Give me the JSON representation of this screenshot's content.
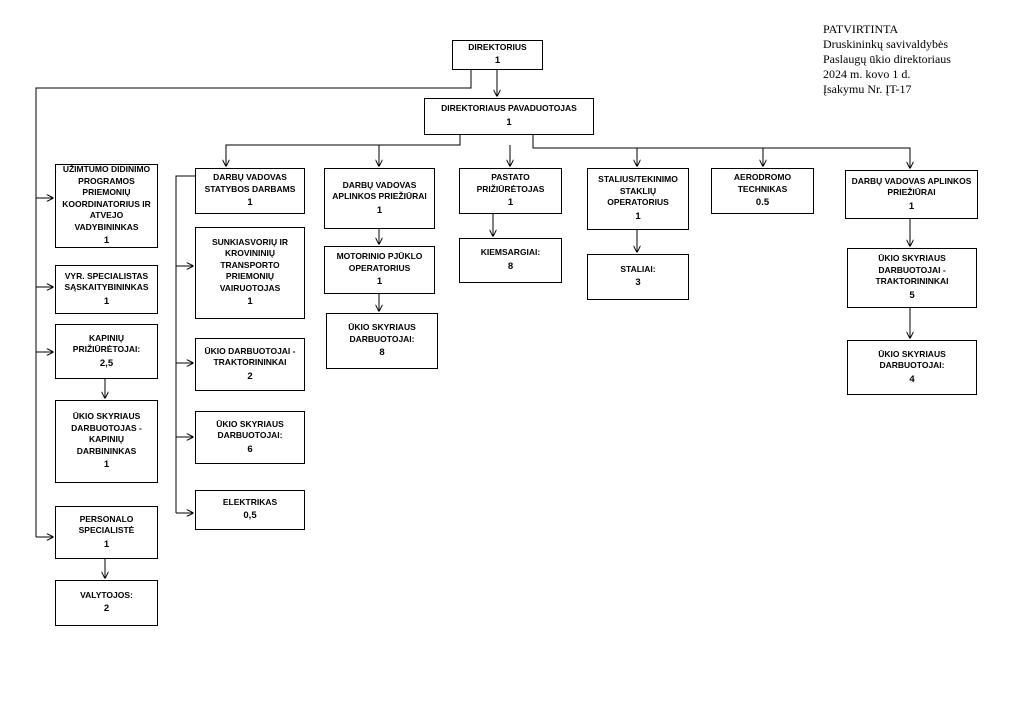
{
  "approval": {
    "title": "PATVIRTINTA",
    "line1": "Druskininkų savivaldybės",
    "line2": "Paslaugų ūkio direktoriaus",
    "line3": "2024 m. kovo 1 d.",
    "line4": "Įsakymu Nr. ĮT-17"
  },
  "units": {
    "director": {
      "name": "DIREKTORIUS",
      "count": "1"
    },
    "deputy": {
      "name": "DIREKTORIAUS PAVADUOTOJAS",
      "count": "1"
    },
    "employment_coordinator": {
      "name": "UŽIMTUMO DIDINIMO PROGRAMOS PRIEMONIŲ KOORDINATORIUS IR ATVEJO VADYBININKAS",
      "count": "1"
    },
    "senior_accountant": {
      "name": "VYR. SPECIALISTAS SĄSKAITYBININKAS",
      "count": "1"
    },
    "cemetery_caretakers": {
      "name": "KAPINIŲ PRIŽIŪRĖTOJAI:",
      "count": "2,5"
    },
    "cemetery_workers": {
      "name": "ŪKIO SKYRIAUS DARBUOTOJAS - KAPINIŲ DARBININKAS",
      "count": "1"
    },
    "hr_specialist": {
      "name": "PERSONALO SPECIALISTĖ",
      "count": "1"
    },
    "cleaners": {
      "name": "VALYTOJOS:",
      "count": "2"
    },
    "construction_head": {
      "name": "DARBŲ VADOVAS STATYBOS DARBAMS",
      "count": "1"
    },
    "heavy_drivers": {
      "name": "SUNKIASVORIŲ IR KROVININIŲ TRANSPORTO PRIEMONIŲ VAIRUOTOJAS",
      "count": "1"
    },
    "tractor_workers_a": {
      "name": "ŪKIO DARBUOTOJAI - TRAKTORININKAI",
      "count": "2"
    },
    "dept_workers_a": {
      "name": "ŪKIO SKYRIAUS DARBUOTOJAI:",
      "count": "6"
    },
    "electrician": {
      "name": "ELEKTRIKAS",
      "count": "0,5"
    },
    "env_head_a": {
      "name": "DARBŲ VADOVAS APLINKOS PRIEŽIŪRAI",
      "count": "1"
    },
    "saw_operators": {
      "name": "MOTORINIO PJŪKLO OPERATORIUS",
      "count": "1"
    },
    "dept_workers_b": {
      "name": "ŪKIO SKYRIAUS DARBUOTOJAI:",
      "count": "8"
    },
    "building_caretaker": {
      "name": "PASTATO PRIŽIŪRĖTOJAS",
      "count": "1"
    },
    "yard_keepers": {
      "name": "KIEMSARGIAI:",
      "count": "8"
    },
    "machine_operator": {
      "name": "STALIUS/TEKINIMO STAKLIŲ OPERATORIUS",
      "count": "1"
    },
    "carpenters": {
      "name": "STALIAI:",
      "count": "3"
    },
    "aerodrome_tech": {
      "name": "AERODROMO TECHNIKAS",
      "count": "0.5"
    },
    "env_head_b": {
      "name": "DARBŲ VADOVAS APLINKOS PRIEŽIŪRAI",
      "count": "1"
    },
    "tractor_workers_b": {
      "name": "ŪKIO SKYRIAUS DARBUOTOJAI - TRAKTORININKAI",
      "count": "5"
    },
    "dept_workers_c": {
      "name": "ŪKIO SKYRIAUS DARBUOTOJAI:",
      "count": "4"
    }
  }
}
